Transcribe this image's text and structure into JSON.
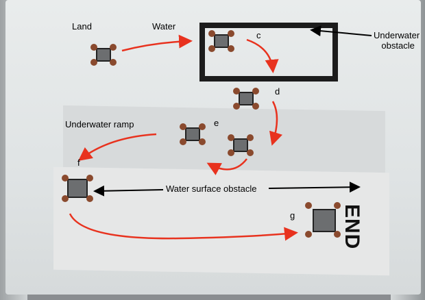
{
  "labels": {
    "land": "Land",
    "water": "Water",
    "c": "c",
    "underwater_obstacle_line1": "Underwater",
    "underwater_obstacle_line2": "obstacle",
    "d": "d",
    "underwater_ramp": "Underwater ramp",
    "e": "e",
    "f": "f",
    "water_surface_obstacle": "Water surface obstacle",
    "g": "g",
    "end": "END"
  },
  "colors": {
    "arrow": "#e8321e",
    "pointer": "#000000"
  }
}
